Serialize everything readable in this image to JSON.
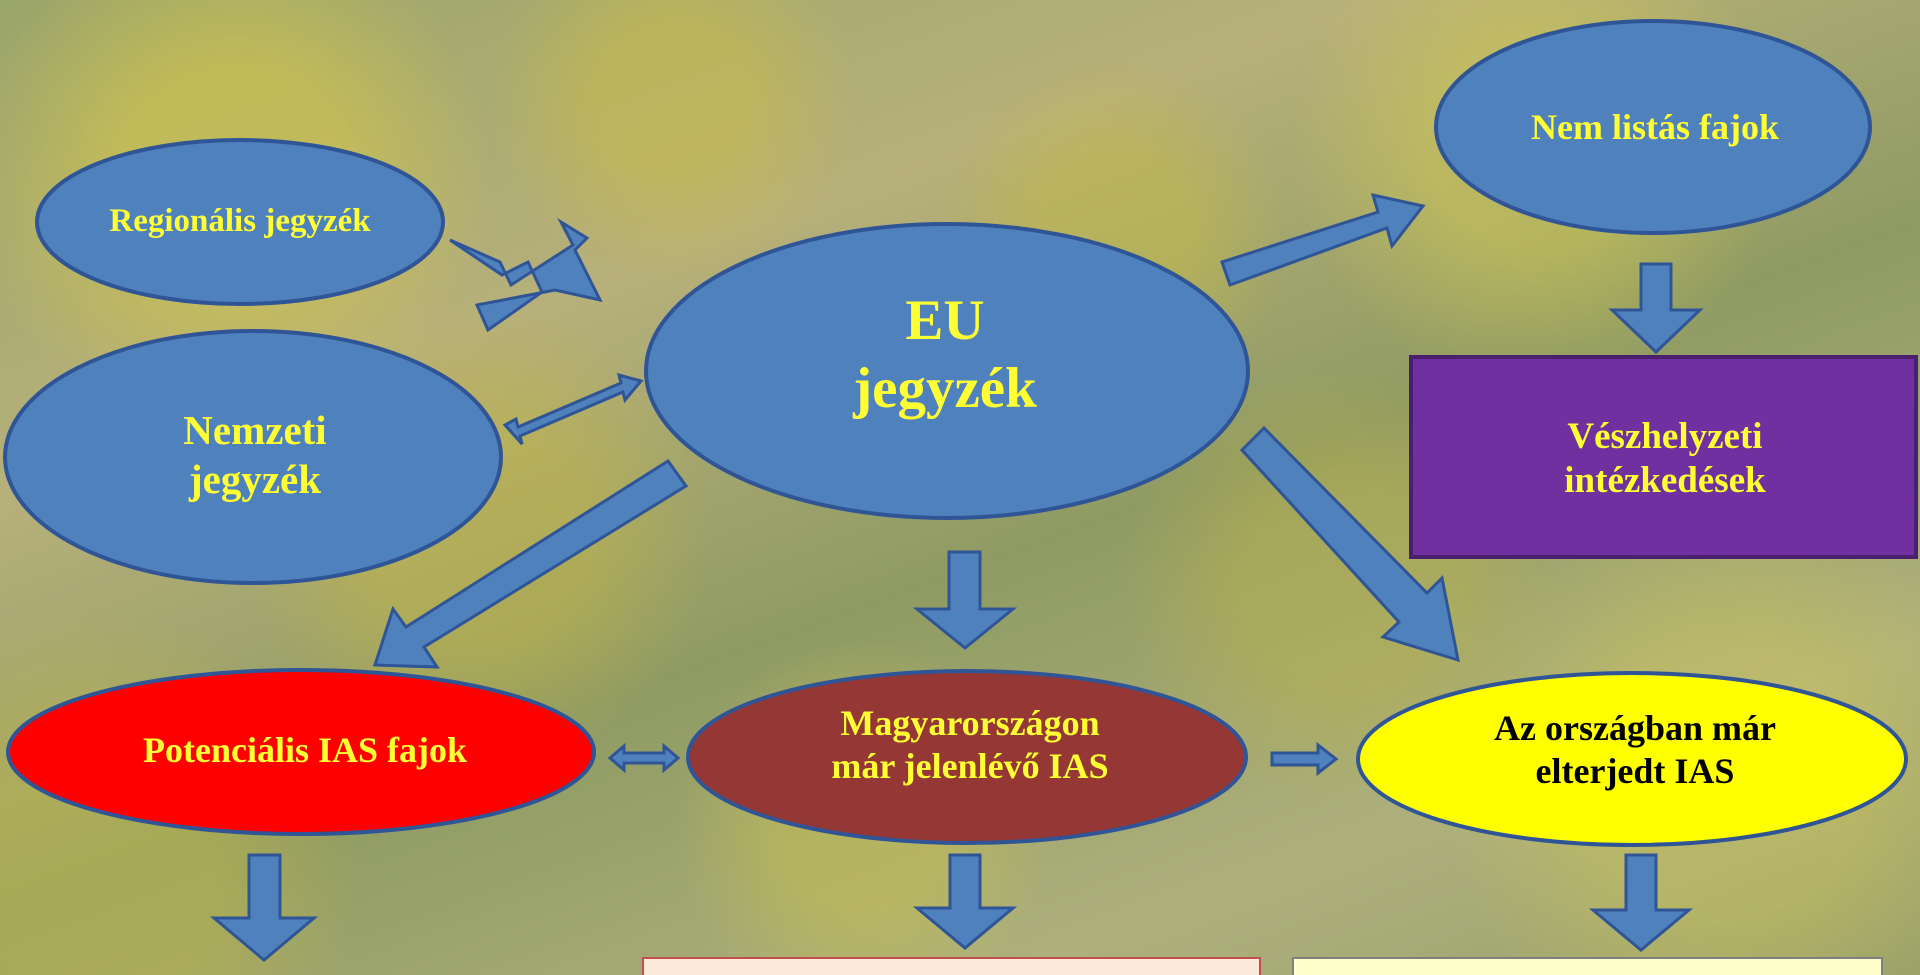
{
  "nodes": {
    "regional": {
      "label": "Regionális jegyzék",
      "fill": "#4f81bd",
      "text_color": "#ffff33"
    },
    "national": {
      "label": "Nemzeti\njegyzék",
      "fill": "#4f81bd",
      "text_color": "#ffff33"
    },
    "eu": {
      "label": "EU\njegyzék",
      "fill": "#4f81bd",
      "text_color": "#ffff33"
    },
    "non_listed": {
      "label": "Nem listás fajok",
      "fill": "#4f81bd",
      "text_color": "#ffff33"
    },
    "emergency": {
      "label": "Vészhelyzeti\nintézkedések",
      "fill": "#7030a0",
      "text_color": "#ffff33"
    },
    "potential": {
      "label": "Potenciális IAS fajok",
      "fill": "#ff0000",
      "text_color": "#ffff33"
    },
    "present": {
      "label": "Magyarországon\nmár jelenlévő IAS",
      "fill": "#953735",
      "text_color": "#ffff33"
    },
    "widespread": {
      "label": "Az országban már\nelterjedt IAS",
      "fill": "#ffff00",
      "text_color": "#000000"
    }
  },
  "colors": {
    "shape_blue": "#4f81bd",
    "outline_blue": "#2f5597",
    "box_peach": "#fde9d9",
    "box_cream": "#ffffcc"
  }
}
